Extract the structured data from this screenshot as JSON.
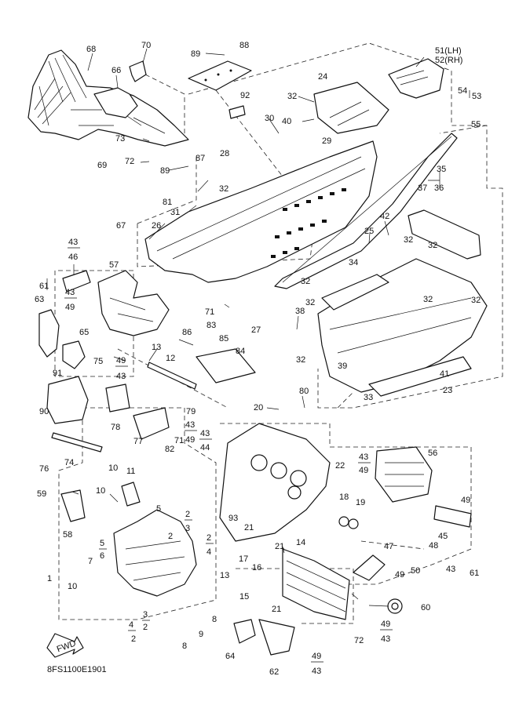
{
  "diagram": {
    "code": "8FS1100E1901",
    "fwd_label": "FWD",
    "callouts": {
      "c68": "68",
      "c70": "70",
      "c88": "88",
      "c89a": "89",
      "c66": "66",
      "c51": "51(LH)",
      "c52": "52(RH)",
      "c54": "54",
      "c53": "53",
      "c55": "55",
      "c24": "24",
      "c32a": "32",
      "c40": "40",
      "c92": "92",
      "c30": "30",
      "c73": "73",
      "c72a": "72",
      "c89b": "89",
      "c87": "87",
      "c28": "28",
      "c29": "29",
      "c35": "35",
      "c37": "37",
      "c36": "36",
      "c69": "69",
      "c81": "81",
      "c32b": "32",
      "c67": "67",
      "c31": "31",
      "c26": "26",
      "c25": "25",
      "c42": "42",
      "c32c": "32",
      "c32d": "32",
      "c43a": "43",
      "c46": "46",
      "c57": "57",
      "c34": "34",
      "c61a": "61",
      "c43b": "43",
      "c49a": "49",
      "c32e": "32",
      "c32f": "32",
      "c63": "63",
      "c71a": "71",
      "c83": "83",
      "c38": "38",
      "c32g": "32",
      "c27": "27",
      "c32h": "32",
      "c65": "65",
      "c86": "86",
      "c85": "85",
      "c84": "84",
      "c13a": "13",
      "c12": "12",
      "c39": "39",
      "c41": "41",
      "c23": "23",
      "c49b": "49",
      "c43c": "43",
      "c91": "91",
      "c75": "75",
      "c33": "33",
      "c80": "80",
      "c90": "90",
      "c78": "78",
      "c20": "20",
      "c79": "79",
      "c77": "77",
      "c43d": "43",
      "c43e": "43",
      "c49c": "49",
      "c71b": "71",
      "c44": "44",
      "c82": "82",
      "c56": "56",
      "c43f": "43",
      "c49d": "49",
      "c22": "22",
      "c76": "76",
      "c74": "74",
      "c10a": "10",
      "c11": "11",
      "c59": "59",
      "c10b": "10",
      "c18": "18",
      "c19": "19",
      "c49e": "49",
      "c93": "93",
      "c21a": "21",
      "c2a": "2",
      "c3a": "3",
      "c5a": "5",
      "c58": "58",
      "c2b": "2",
      "c4a": "4",
      "c45": "45",
      "c47": "47",
      "c48": "48",
      "c5b": "5",
      "c6": "6",
      "c21b": "21",
      "c14": "14",
      "c17": "17",
      "c16": "16",
      "c50": "50",
      "c43g": "43",
      "c61b": "61",
      "c7": "7",
      "c1": "1",
      "c10c": "10",
      "c13b": "13",
      "c49f": "49",
      "c15": "15",
      "c21c": "21",
      "c60": "60",
      "c4b": "4",
      "c3b": "3",
      "c2c": "2",
      "c2d": "2",
      "c9": "9",
      "c8a": "8",
      "c8b": "8",
      "c49g": "49",
      "c43h": "43",
      "c72b": "72",
      "c64": "64",
      "c62": "62",
      "c49h": "49",
      "c43i": "43"
    }
  }
}
